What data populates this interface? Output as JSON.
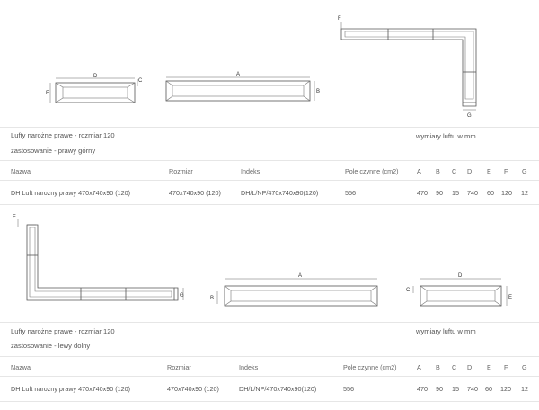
{
  "section1": {
    "title": "Lufty narożne prawe - rozmiar 120",
    "application": "zastosowanie - prawy górny",
    "dims_note": "wymiary luftu w mm",
    "headers": {
      "name": "Nazwa",
      "size": "Rozmiar",
      "index": "Indeks",
      "area": "Pole czynne (cm2)",
      "a": "A",
      "b": "B",
      "c": "C",
      "d": "D",
      "e": "E",
      "f": "F",
      "g": "G"
    },
    "row": {
      "name": "DH Luft narożny prawy 470x740x90 (120)",
      "size": "470x740x90 (120)",
      "index": "DH/L/NP/470x740x90(120)",
      "area": "556",
      "a": "470",
      "b": "90",
      "c": "15",
      "d": "740",
      "e": "60",
      "f": "120",
      "g": "12"
    }
  },
  "section2": {
    "title": "Lufty narożne prawe - rozmiar 120",
    "application": "zastosowanie - lewy dolny",
    "dims_note": "wymiary luftu w mm",
    "headers": {
      "name": "Nazwa",
      "size": "Rozmiar",
      "index": "Indeks",
      "area": "Pole czynne (cm2)",
      "a": "A",
      "b": "B",
      "c": "C",
      "d": "D",
      "e": "E",
      "f": "F",
      "g": "G"
    },
    "row": {
      "name": "DH Luft narożny prawy 470x740x90 (120)",
      "size": "470x740x90 (120)",
      "index": "DH/L/NP/470x740x90(120)",
      "area": "556",
      "a": "470",
      "b": "90",
      "c": "15",
      "d": "740",
      "e": "60",
      "f": "120",
      "g": "12"
    }
  },
  "drawing_labels": {
    "a": "A",
    "b": "B",
    "c": "C",
    "d": "D",
    "e": "E",
    "f": "F",
    "g": "G"
  }
}
